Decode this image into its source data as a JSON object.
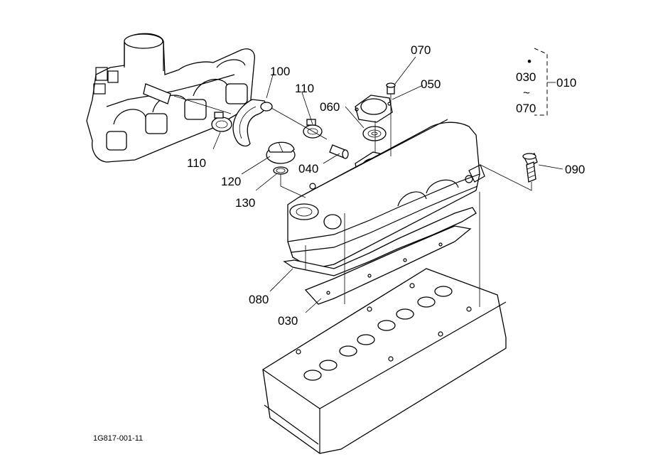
{
  "diagram": {
    "doc_number": "1G817-001-11",
    "labels": {
      "p070_top": "070",
      "p100": "100",
      "p110_right": "110",
      "p050": "050",
      "p060": "060",
      "p110_left": "110",
      "p120": "120",
      "p040": "040",
      "p130": "130",
      "p090": "090",
      "p080": "080",
      "p030": "030"
    },
    "legend": {
      "bullet": "•",
      "from": "030",
      "tilde": "~",
      "to": "070",
      "group": "010"
    }
  }
}
